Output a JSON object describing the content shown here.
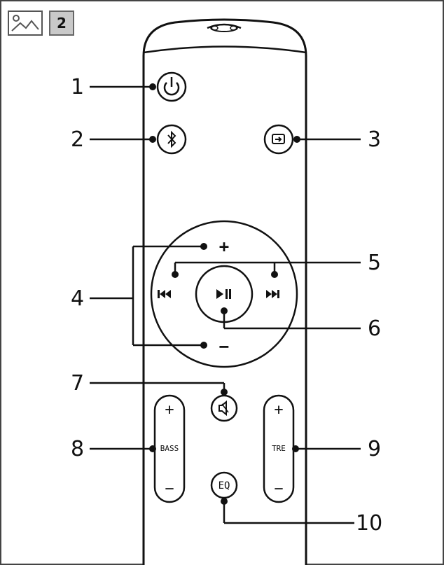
{
  "header": {
    "image_icon": "image-icon",
    "page_badge": "2"
  },
  "remote": {
    "buttons": {
      "bass_label": "BASS",
      "treble_label": "TRE",
      "eq_label": "EQ",
      "plus_symbol": "+",
      "minus_symbol": "−"
    },
    "icons": [
      "power-icon",
      "bluetooth-icon",
      "input-source-icon",
      "previous-track-icon",
      "next-track-icon",
      "play-pause-icon",
      "mute-icon"
    ]
  },
  "callouts": [
    "1",
    "2",
    "3",
    "4",
    "5",
    "6",
    "7",
    "8",
    "9",
    "10"
  ],
  "colors": {
    "line": "#111111",
    "frame": "#444444",
    "badge_bg": "#c9c9c9"
  }
}
